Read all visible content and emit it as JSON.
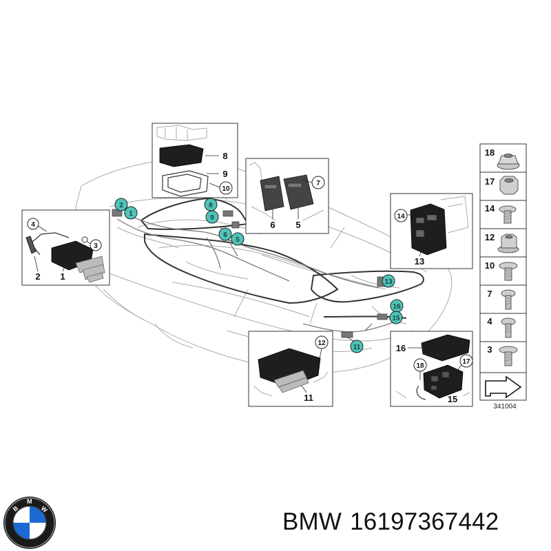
{
  "diagram": {
    "reference_code": "341004",
    "car_callouts": [
      "2",
      "1",
      "8",
      "9",
      "6",
      "5",
      "13",
      "16",
      "15",
      "11"
    ],
    "boxes": {
      "box_1_2_3_4": {
        "labels": [
          "4",
          "3",
          "2",
          "1"
        ]
      },
      "box_8_9_10": {
        "labels": [
          "8",
          "9",
          "10"
        ]
      },
      "box_5_6_7": {
        "labels": [
          "7",
          "6",
          "5"
        ]
      },
      "box_13_14": {
        "labels": [
          "14",
          "13"
        ]
      },
      "box_11_12": {
        "labels": [
          "12",
          "11"
        ]
      },
      "box_15_16_17_18": {
        "labels": [
          "16",
          "18",
          "17",
          "15"
        ]
      }
    },
    "fastener_column": [
      "18",
      "17",
      "14",
      "12",
      "10",
      "7",
      "4",
      "3"
    ],
    "colors": {
      "callout_fill": "#4fc3b8",
      "line": "#222222",
      "sketch": "#9a9a9a"
    }
  },
  "footer": {
    "logo_icon": "bmw-roundel-icon",
    "brand": "BMW",
    "part_number": "16197367442"
  }
}
